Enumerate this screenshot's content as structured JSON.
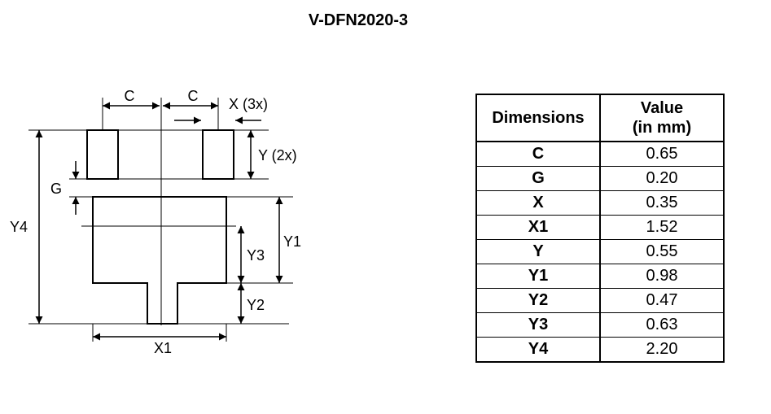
{
  "title": "V-DFN2020-3",
  "labels": {
    "c_left": "C",
    "c_right": "C",
    "x_3x": "X (3x)",
    "y_2x": "Y (2x)",
    "g": "G",
    "y4": "Y4",
    "y1": "Y1",
    "y3": "Y3",
    "y2": "Y2",
    "x1": "X1"
  },
  "table": {
    "header_dim": "Dimensions",
    "header_val_1": "Value",
    "header_val_2": "(in mm)",
    "rows": [
      {
        "name": "C",
        "value": "0.65"
      },
      {
        "name": "G",
        "value": "0.20"
      },
      {
        "name": "X",
        "value": "0.35"
      },
      {
        "name": "X1",
        "value": "1.52"
      },
      {
        "name": "Y",
        "value": "0.55"
      },
      {
        "name": "Y1",
        "value": "0.98"
      },
      {
        "name": "Y2",
        "value": "0.47"
      },
      {
        "name": "Y3",
        "value": "0.63"
      },
      {
        "name": "Y4",
        "value": "2.20"
      }
    ]
  }
}
